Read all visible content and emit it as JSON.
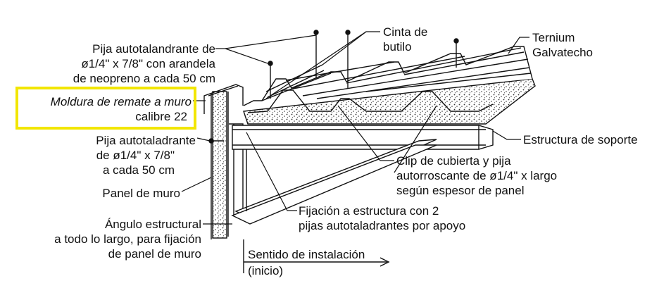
{
  "labels": {
    "pija_top": [
      "Pija autotalandrante de",
      "ø1/4\" x 7/8\" con arandela",
      "de neopreno a cada 50 cm"
    ],
    "moldura": [
      "Moldura de remate a muro",
      "calibre 22"
    ],
    "pija_mid": [
      "Pija autotaladrante",
      "de ø1/4\" x 7/8\"",
      "a cada 50 cm"
    ],
    "panel_muro": "Panel de muro",
    "angulo": [
      "Ángulo estructural",
      "a todo lo largo, para fijación",
      "de panel de muro"
    ],
    "cinta": [
      "Cinta de",
      "butilo"
    ],
    "ternium": [
      "Ternium",
      "Galvatecho"
    ],
    "estructura": "Estructura de soporte",
    "clip": [
      "Clip de cubierta y pija",
      "autorroscante de ø1/4\" x largo",
      "según espesor de panel"
    ],
    "fijacion": [
      "Fijación a estructura con 2",
      "pijas autotaladrantes por apoyo"
    ],
    "sentido": "Sentido de instalación",
    "inicio": "(inicio)"
  },
  "colors": {
    "highlight": "#f2e600",
    "ink": "#111111"
  }
}
